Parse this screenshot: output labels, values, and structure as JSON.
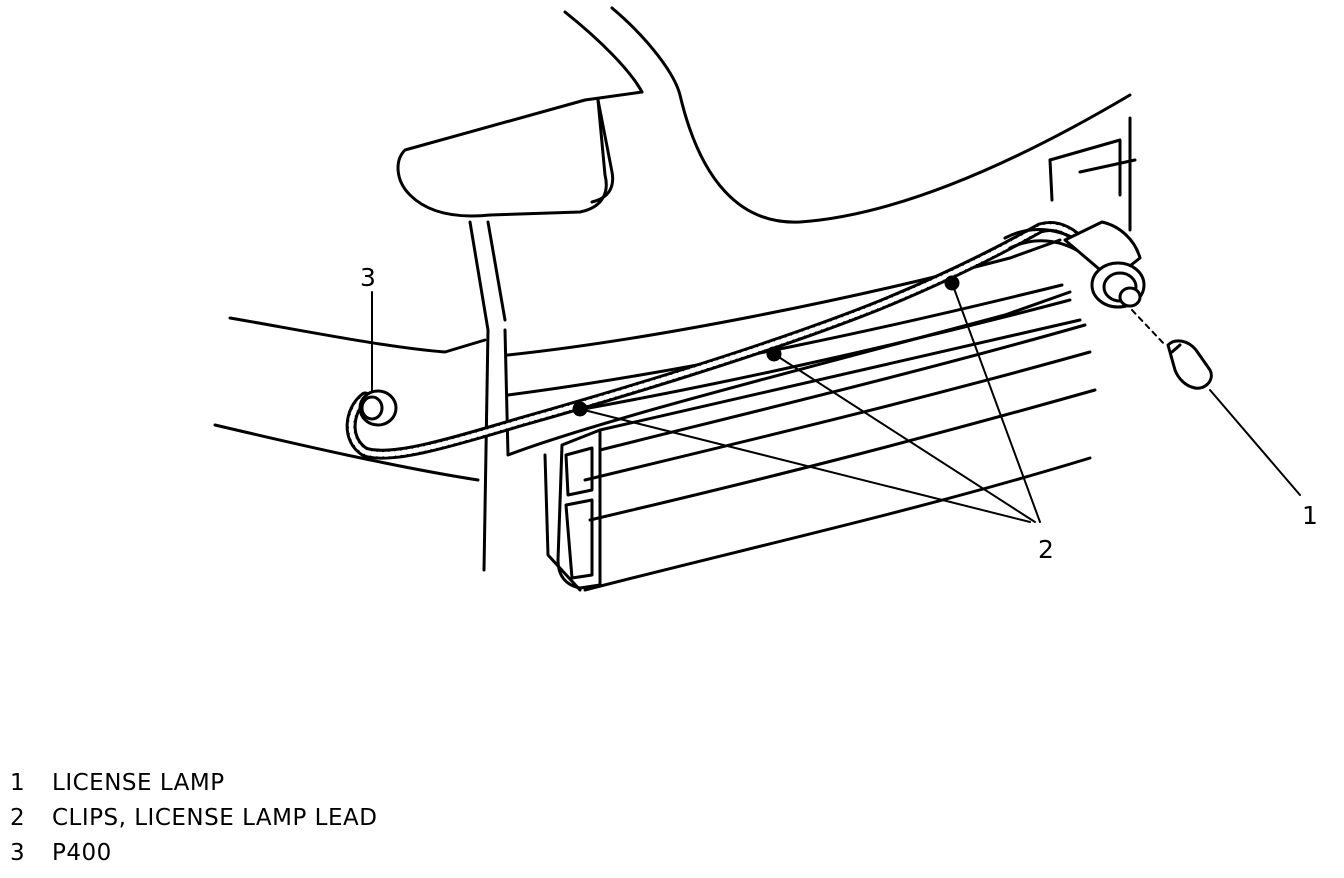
{
  "callouts": [
    {
      "id": "1"
    },
    {
      "id": "2"
    },
    {
      "id": "3"
    }
  ],
  "legend": [
    {
      "num": "1",
      "text": "LICENSE LAMP"
    },
    {
      "num": "2",
      "text": "CLIPS, LICENSE LAMP LEAD"
    },
    {
      "num": "3",
      "text": "P400"
    }
  ]
}
